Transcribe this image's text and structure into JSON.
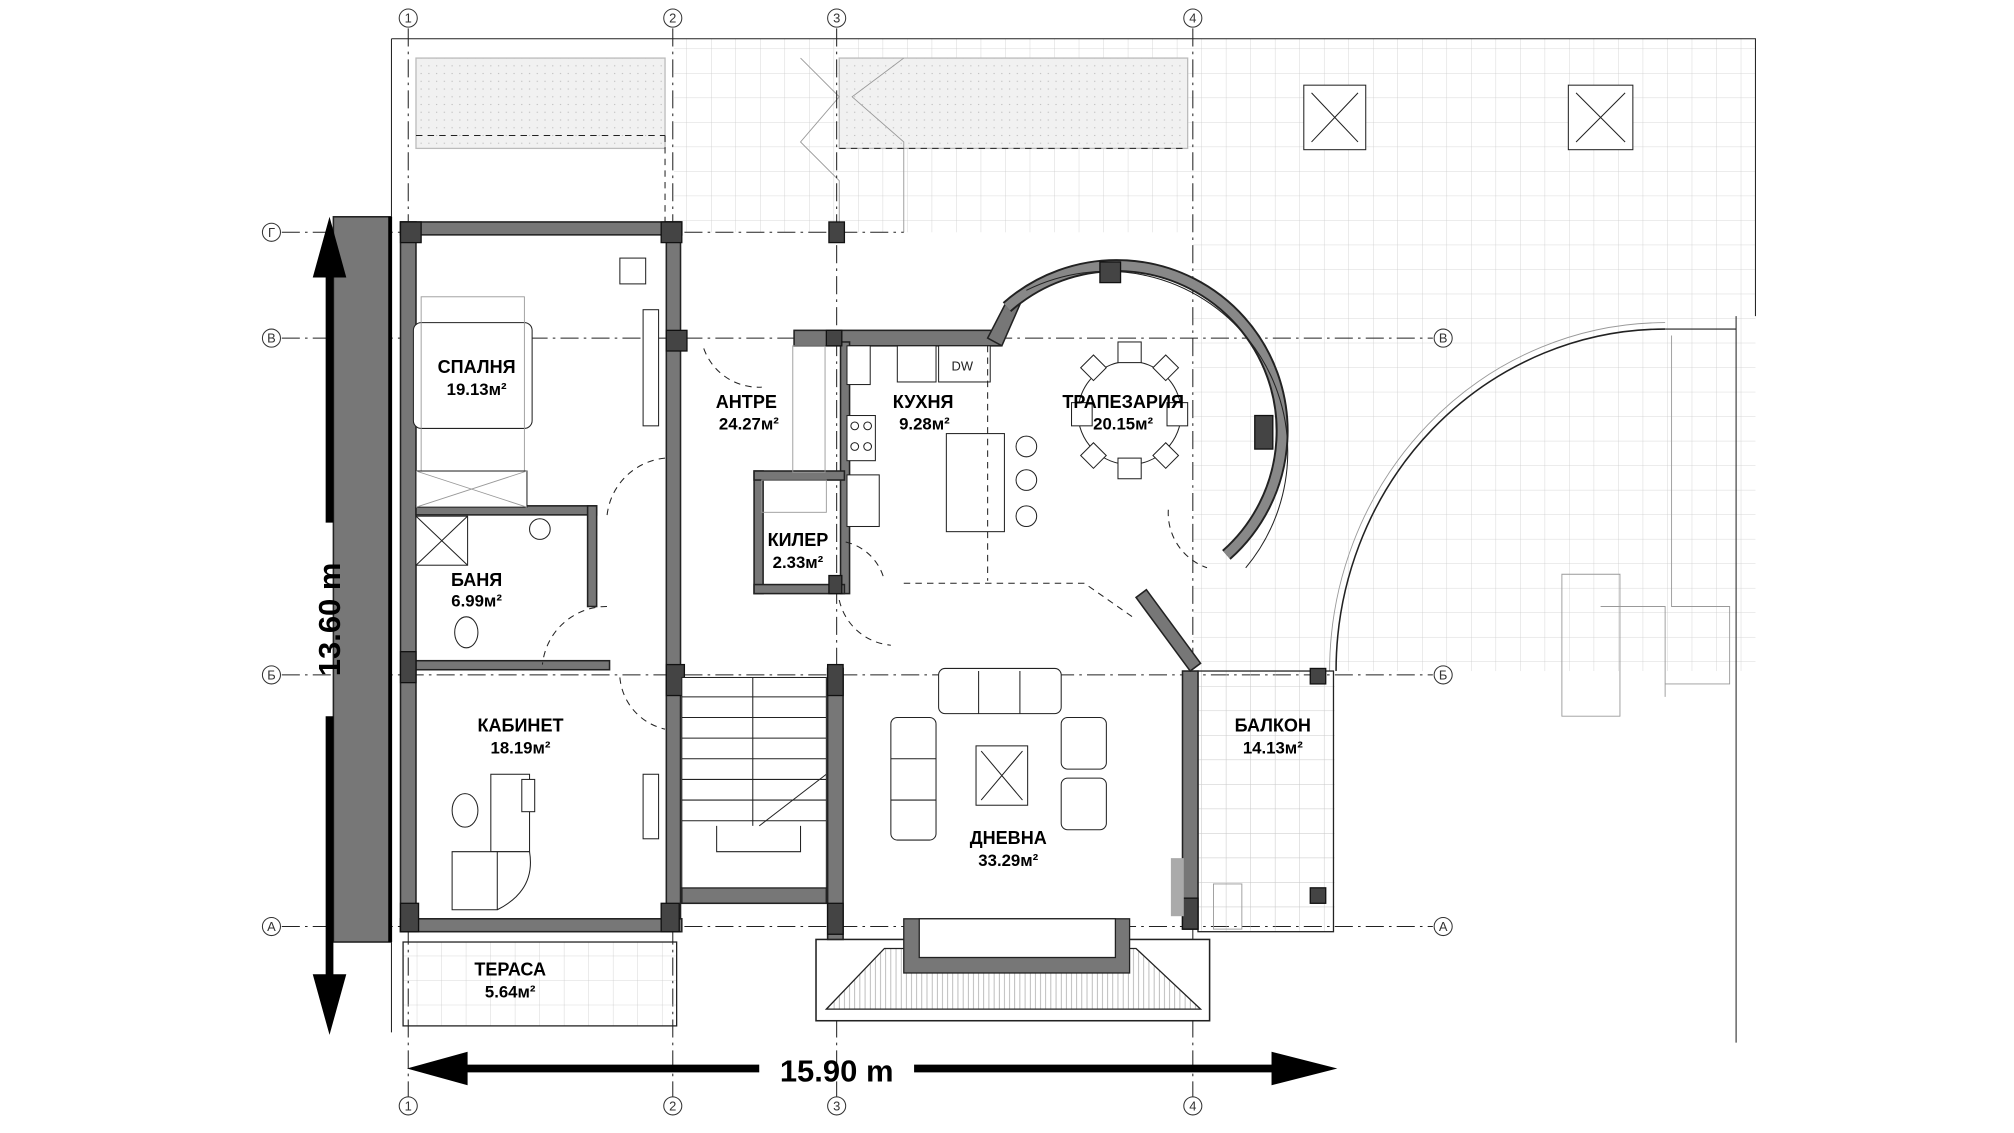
{
  "plan": {
    "rooms": [
      {
        "name": "СПАЛНЯ",
        "area": "19.13м²"
      },
      {
        "name": "АНТРЕ",
        "area": "24.27м²"
      },
      {
        "name": "КУХНЯ",
        "area": "9.28м²"
      },
      {
        "name": "ТРАПЕЗАРИЯ",
        "area": "20.15м²"
      },
      {
        "name": "КИЛЕР",
        "area": "2.33м²"
      },
      {
        "name": "БАНЯ",
        "area": "6.99м²"
      },
      {
        "name": "КАБИНЕТ",
        "area": "18.19м²"
      },
      {
        "name": "ДНЕВНА",
        "area": "33.29м²"
      },
      {
        "name": "БАЛКОН",
        "area": "14.13м²"
      },
      {
        "name": "ТЕРАСА",
        "area": "5.64м²"
      }
    ],
    "appliance_label": "DW",
    "axes_vertical": [
      "1",
      "2",
      "3",
      "4"
    ],
    "axes_horizontal": [
      "Г",
      "В",
      "Б",
      "А"
    ],
    "dimensions": {
      "width": "15.90 m",
      "height": "13.60 m"
    }
  }
}
